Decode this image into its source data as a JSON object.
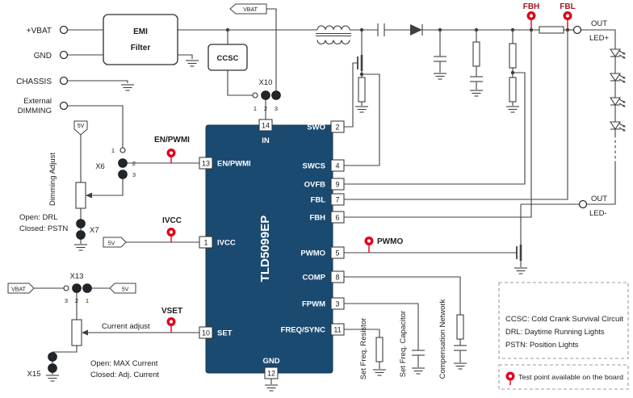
{
  "diagram": {
    "ic": {
      "part": "TLD5099EP",
      "pins": {
        "in": {
          "num": "14",
          "name": "IN"
        },
        "en_pwmi": {
          "num": "13",
          "name": "EN/PWMI"
        },
        "ivcc": {
          "num": "1",
          "name": "IVCC"
        },
        "set": {
          "num": "10",
          "name": "SET"
        },
        "gnd": {
          "num": "12",
          "name": "GND"
        },
        "swo": {
          "num": "2",
          "name": "SWO"
        },
        "swcs": {
          "num": "4",
          "name": "SWCS"
        },
        "ovfb": {
          "num": "9",
          "name": "OVFB"
        },
        "fbl": {
          "num": "7",
          "name": "FBL"
        },
        "fbh": {
          "num": "6",
          "name": "FBH"
        },
        "pwmo": {
          "num": "5",
          "name": "PWMO"
        },
        "comp": {
          "num": "8",
          "name": "COMP"
        },
        "fpwm": {
          "num": "3",
          "name": "FPWM"
        },
        "freq_sync": {
          "num": "11",
          "name": "FREQ/SYNC"
        }
      }
    },
    "terminals": {
      "vbat": "+VBAT",
      "gnd": "GND",
      "chassis": "CHASSIS",
      "ext1": "External",
      "ext2": "DIMMING",
      "out_p1": "OUT",
      "out_p2": "LED+",
      "out_m1": "OUT",
      "out_m2": "LED-"
    },
    "blocks": {
      "emi1": "EMI",
      "emi2": "Filter",
      "ccsc": "CCSC"
    },
    "flags": {
      "vbat": "VBAT",
      "v5": "5V"
    },
    "connectors": {
      "x10": "X10",
      "x6": "X6",
      "x7": "X7",
      "x13": "X13",
      "x15": "X15",
      "x10_pins": [
        "1",
        "2",
        "3"
      ],
      "x6_pins": [
        "1",
        "2",
        "3"
      ],
      "x13_pins": [
        "3",
        "2",
        "1"
      ]
    },
    "test_points": {
      "en_pwmi": "EN/PWMI",
      "ivcc": "IVCC",
      "vset": "VSET",
      "pwmo": "PWMO",
      "fbh": "FBH",
      "fbl": "FBL"
    },
    "annotations": {
      "dimming_adjust": "Dimming Adjust",
      "open_drl": "Open: DRL",
      "closed_pstn": "Closed: PSTN",
      "current_adjust": "Current adjust",
      "open_max": "Open: MAX Current",
      "closed_adj": "Closed: Adj. Current",
      "set_freq_r": "Set Freq. Resistor",
      "set_freq_c": "Set Freq. Capacitor",
      "comp_net": "Compensation Network"
    },
    "legend": {
      "l1": "CCSC: Cold Crank Survival Circuit",
      "l2": "DRL: Daytime Running Lights",
      "l3": "PSTN: Position Lights",
      "tp": "Test point available on the board"
    },
    "colors": {
      "ic_fill": "#1b4a70",
      "test_point": "#e2001a",
      "wire": "#3f3f3f"
    }
  }
}
